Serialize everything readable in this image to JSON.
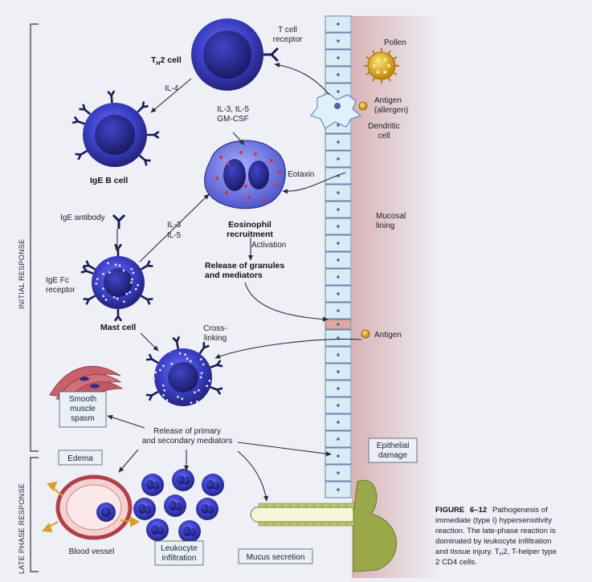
{
  "bracket_labels": {
    "initial": "INITIAL RESPONSE",
    "late": "LATE PHASE RESPONSE"
  },
  "labels": {
    "th2_cell": "T",
    "th2_cell_sub": "H",
    "th2_cell_tail": "2 cell",
    "t_cell_receptor_1": "T cell",
    "t_cell_receptor_2": "receptor",
    "pollen": "Pollen",
    "antigen_allergen_1": "Antigen",
    "antigen_allergen_2": "(allergen)",
    "dendritic_cell_1": "Dendritic",
    "dendritic_cell_2": "cell",
    "il4": "IL-4",
    "il3_il5_1": "IL-3, IL-5",
    "il3_il5_2": "GM-CSF",
    "ige_b_cell": "IgE B cell",
    "eotaxin": "Eotaxin",
    "eosinophil_1": "Eosinophil",
    "eosinophil_2": "recruitment",
    "ige_antibody": "IgE antibody",
    "il3": "IL-3",
    "il5": "IL-5",
    "mucosal_lining_1": "Mucosal",
    "mucosal_lining_2": "lining",
    "activation": "Activation",
    "release_granules_1": "Release of granules",
    "release_granules_2": "and mediators",
    "ige_fc_receptor_1": "IgE Fc",
    "ige_fc_receptor_2": "receptor",
    "mast_cell": "Mast cell",
    "antigen": "Antigen",
    "cross_linking_1": "Cross-",
    "cross_linking_2": "linking",
    "smooth_muscle_1": "Smooth",
    "smooth_muscle_2": "muscle",
    "smooth_muscle_3": "spasm",
    "release_primary_1": "Release of primary",
    "release_primary_2": "and secondary mediators",
    "epithelial_damage_1": "Epithelial",
    "epithelial_damage_2": "damage",
    "edema": "Edema",
    "blood_vessel": "Blood vessel",
    "leukocyte_1": "Leukocyte",
    "leukocyte_2": "infiltration",
    "mucus_secretion": "Mucus secretion"
  },
  "caption": {
    "figure": "FIGURE",
    "number": "6–12",
    "line1": "Pathogenesis of",
    "line2": "immediate (type I) hypersensitivity",
    "line3": "reaction. The late-phase reaction is",
    "line4": "dominated by leukocyte infiltration",
    "line5a": "and tissue injury. T",
    "line5sub": "H",
    "line5b": "2, T-helper type",
    "line6": "2 CD4 cells."
  },
  "colors": {
    "background": "#eef0f6",
    "cell_blue": "#3b3fc4",
    "cell_dark": "#22227a",
    "mucosa": "#c79aa0",
    "epithelium": "#d8ecf6",
    "pollen": "#e0b020",
    "mucus": "#9aa84a",
    "muscle": "#c8606a"
  }
}
